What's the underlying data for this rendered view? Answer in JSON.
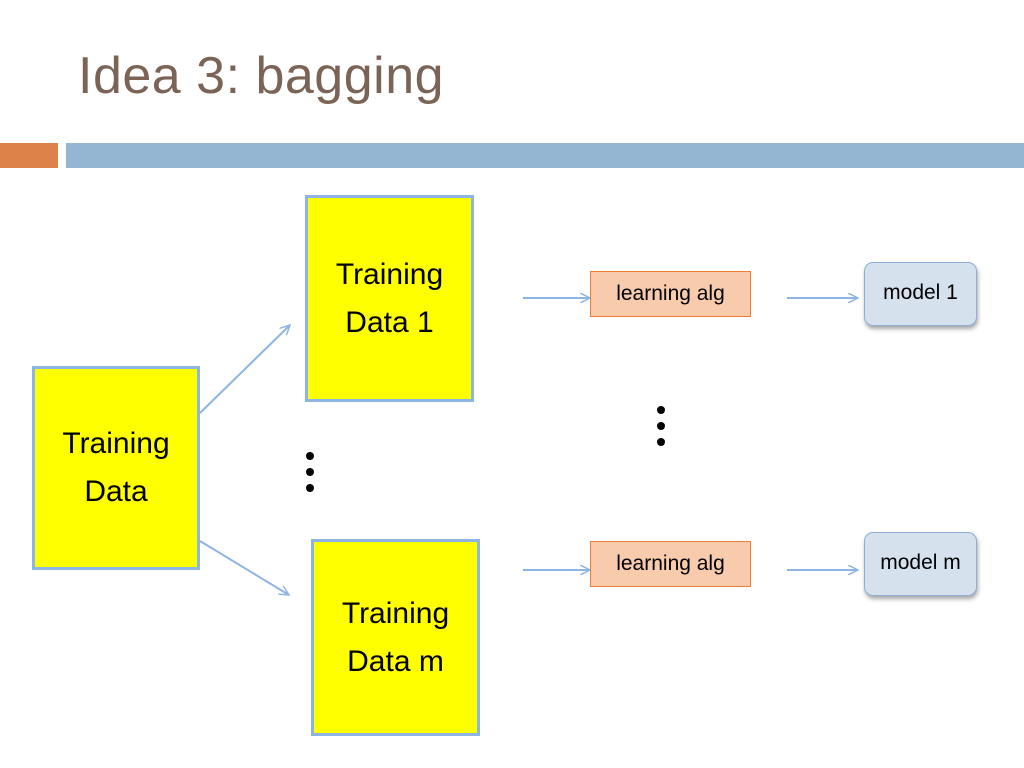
{
  "slide": {
    "title": "Idea 3: bagging",
    "accent_colors": {
      "title": "#7b6456",
      "bar_left": "#dd8349",
      "bar_right": "#94b6d2"
    }
  },
  "diagram": {
    "source": {
      "label": "Training\nData"
    },
    "samples": [
      {
        "label": "Training\nData 1"
      },
      {
        "label": "Training\nData m"
      }
    ],
    "learners": [
      {
        "label": "learning alg"
      },
      {
        "label": "learning alg"
      }
    ],
    "models": [
      {
        "label": "model 1"
      },
      {
        "label": "model m"
      }
    ],
    "colors": {
      "data_fill": "#ffff00",
      "data_border": "#8eb4e3",
      "alg_fill": "#f8cbad",
      "alg_border": "#ed7d31",
      "model_fill": "#d6e1ee",
      "arrow": "#8eb4e3"
    }
  }
}
